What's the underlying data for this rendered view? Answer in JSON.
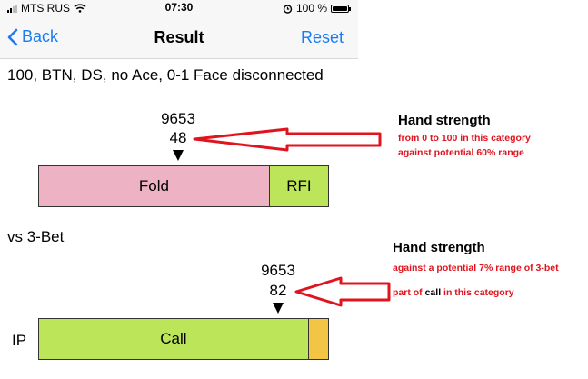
{
  "status": {
    "carrier": "MTS RUS",
    "time": "07:30",
    "battery": "100 %"
  },
  "nav": {
    "back_label": "Back",
    "title": "Result",
    "reset_label": "Reset"
  },
  "subtitle": "100, BTN, DS, no Ace, 0-1 Face disconnected",
  "section1": {
    "hand_id": "9653",
    "strength": "48",
    "segments": [
      {
        "label": "Fold",
        "color": "#edb3c5",
        "share": 0.795
      },
      {
        "label": "RFI",
        "color": "#bde55a",
        "share": 0.205
      }
    ]
  },
  "section2": {
    "heading": "vs 3-Bet",
    "row_label": "IP",
    "hand_id": "9653",
    "strength": "82",
    "segments": [
      {
        "label": "Call",
        "color": "#bde55a",
        "share": 0.93
      },
      {
        "label": "",
        "color": "#f2c644",
        "share": 0.07
      }
    ]
  },
  "annotations": {
    "a1": {
      "heading": "Hand strength",
      "line1": "from 0 to 100 in this category",
      "line2": "against potential 60% range"
    },
    "a2": {
      "heading": "Hand strength",
      "line1": "against a potential 7% range of 3-bet",
      "line2_pre": "part of ",
      "line2_call": "call",
      "line2_post": " in this category"
    }
  },
  "colors": {
    "accent": "#1a7cf2",
    "annotation_red": "#e0141e"
  }
}
